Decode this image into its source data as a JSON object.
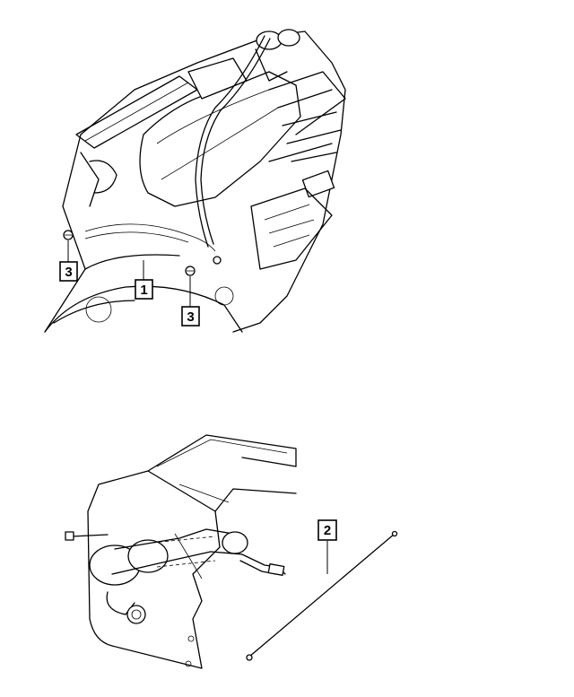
{
  "callouts": [
    {
      "id": "c1",
      "label": "1"
    },
    {
      "id": "c2",
      "label": "2"
    },
    {
      "id": "c3a",
      "label": "3"
    },
    {
      "id": "c3b",
      "label": "3"
    }
  ]
}
